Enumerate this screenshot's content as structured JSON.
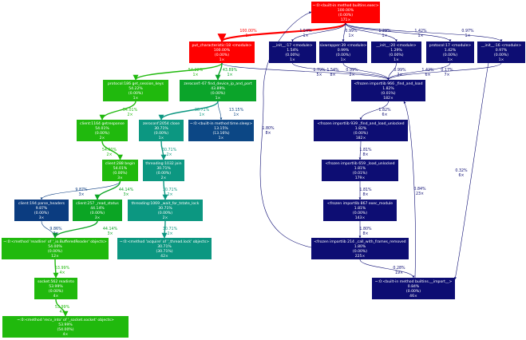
{
  "nodes": {
    "n_exec": {
      "lines": [
        "~:0:<built-in method builtins.exec>",
        "100.00%",
        "(0.00%)",
        "171×"
      ],
      "color": "#ff0000"
    },
    "n_putchar": {
      "lines": [
        "put_characteristic:18 <module>",
        "100.00%",
        "(0.00%)",
        "1×"
      ],
      "color": "#ff0000"
    },
    "n_init17": {
      "lines": [
        "__init__:17 <module>",
        "1.54%",
        "(0.00%)",
        "1×"
      ],
      "color": "#0d0d73"
    },
    "n_sixwrap": {
      "lines": [
        "sixwrapper:39 <module>",
        "0.99%",
        "(0.00%)",
        "1×"
      ],
      "color": "#0d0d73"
    },
    "n_init20": {
      "lines": [
        "__init__:20 <module>",
        "1.29%",
        "(0.00%)",
        "1×"
      ],
      "color": "#0d0d73"
    },
    "n_protocol17": {
      "lines": [
        "protocol:17 <module>",
        "1.42%",
        "(0.00%)",
        "1×"
      ],
      "color": "#0d0d73"
    },
    "n_init16": {
      "lines": [
        "__init__:16 <module>",
        "0.97%",
        "(0.00%)",
        "1×"
      ],
      "color": "#0d0d73"
    },
    "n_protocol186": {
      "lines": [
        "protocol:186 get_session_keys",
        "54.22%",
        "(0.00%)",
        "1×"
      ],
      "color": "#20b90d"
    },
    "n_zeroconf67": {
      "lines": [
        "zeroconf:-67 find_device_ip_and_port",
        "43.89%",
        "(0.00%)",
        "1×"
      ],
      "color": "#0ba42a"
    },
    "n_find966": {
      "lines": [
        "<frozen importlib 966 _find_and_load",
        "1.82%",
        "(0.01%)",
        "182×"
      ],
      "color": "#0d0d73"
    },
    "n_client1164": {
      "lines": [
        "client:1164 getresponse",
        "54.01%",
        "(0.00%)",
        "2×"
      ],
      "color": "#20b90d"
    },
    "n_zeroconf2054": {
      "lines": [
        "zeroconf:2054 close",
        "30.71%",
        "(0.00%)",
        "1×"
      ],
      "color": "#0c9781"
    },
    "n_sleep": {
      "lines": [
        "~:0:<built-in method time.sleep>",
        "13.15%",
        "(13.16%)",
        "1×"
      ],
      "color": "#0c4785"
    },
    "n_unlocked939": {
      "lines": [
        "<frozen importlib 939 _find_and_load_unlocked",
        "1.82%",
        "(0.00%)",
        "182×"
      ],
      "color": "#0d0d73"
    },
    "n_client288": {
      "lines": [
        "client:288 begin",
        "54.01%",
        "(0.00%)",
        "3×"
      ],
      "color": "#20b90d"
    },
    "n_thread1032": {
      "lines": [
        "threading:1032 join",
        "30.71%",
        "(0.00%)",
        "2×"
      ],
      "color": "#0c9781"
    },
    "n_load659": {
      "lines": [
        "<frozen importlib 659 _load_unlocked",
        "1.81%",
        "(0.01%)",
        "179×"
      ],
      "color": "#0d0d73"
    },
    "n_client194": {
      "lines": [
        "client:194 parse_headers",
        "9.87%",
        "(0.00%)",
        "3×"
      ],
      "color": "#0b3c80"
    },
    "n_client257": {
      "lines": [
        "client:257 _read_status",
        "44.14%",
        "(0.00%)",
        "3×"
      ],
      "color": "#0ba524"
    },
    "n_thread1069": {
      "lines": [
        "threading:1069 _wait_for_tstate_lock",
        "30.71%",
        "(0.00%)",
        "2×"
      ],
      "color": "#0c9781"
    },
    "n_exec867": {
      "lines": [
        "<frozen importlib 867 exec_module",
        "1.81%",
        "(0.00%)",
        "143×"
      ],
      "color": "#0d0d73"
    },
    "n_readline": {
      "lines": [
        "~:0:<method 'readline' of '_io.BufferedReader' objects>",
        "54.00%",
        "(0.00%)",
        "12×"
      ],
      "color": "#20b90d"
    },
    "n_acquire": {
      "lines": [
        "~:0:<method 'acquire' of '_thread.lock' objects>",
        "30.71%",
        "(30.71%)",
        "42×"
      ],
      "color": "#0c9781"
    },
    "n_call214": {
      "lines": [
        "<frozen importlib 214 _call_with_frames_removed",
        "1.80%",
        "(0.00%)",
        "225×"
      ],
      "color": "#0d0d73"
    },
    "n_readinto": {
      "lines": [
        "socket:562 readinto",
        "53.99%",
        "(0.00%)",
        "4×"
      ],
      "color": "#20b90d"
    },
    "n_import": {
      "lines": [
        "~:0:<built-in method builtins.__import__>",
        "0.84%",
        "(0.00%)",
        "46×"
      ],
      "color": "#0d0d73"
    },
    "n_recvinto": {
      "lines": [
        "~:0:<method 'recv_into' of '_socket.socket' objects>",
        "53.99%",
        "(54.00%)",
        "4×"
      ],
      "color": "#20b90d"
    }
  },
  "edges": [
    {
      "id": "e_exec_putchar",
      "label": [
        "100.00%",
        "1×"
      ],
      "color": "#ff0000",
      "weight": "heavy"
    },
    {
      "id": "e_exec_init17",
      "label": [
        "1.54%",
        "1×"
      ],
      "color": "#0d0d73",
      "weight": "thin"
    },
    {
      "id": "e_exec_sixwrap",
      "label": [
        "0.99%",
        "1×"
      ],
      "color": "#0d0d73",
      "weight": "thin"
    },
    {
      "id": "e_exec_init20",
      "label": [
        "1.29%",
        "1×"
      ],
      "color": "#0d0d73",
      "weight": "thin"
    },
    {
      "id": "e_exec_protocol17",
      "label": [
        "1.42%",
        "1×"
      ],
      "color": "#0d0d73",
      "weight": "thin"
    },
    {
      "id": "e_exec_init16",
      "label": [
        "0.97%",
        "1×"
      ],
      "color": "#0d0d73",
      "weight": "thin"
    },
    {
      "id": "e_putchar_protocol186",
      "label": [
        "54.22%",
        "1×"
      ],
      "color": "#20b90d",
      "weight": "medium"
    },
    {
      "id": "e_putchar_zeroconf67",
      "label": [
        "43.89%",
        "1×"
      ],
      "color": "#0ba42a",
      "weight": "medium"
    },
    {
      "id": "e_putchar_find966",
      "label": [
        "1.79%",
        "5×"
      ],
      "color": "#0d0d73",
      "weight": "thin"
    },
    {
      "id": "e_init17_find966",
      "label": [
        "1.54%",
        "8×"
      ],
      "color": "#0d0d73",
      "weight": "thin"
    },
    {
      "id": "e_sixwrap_find966",
      "label": [
        "0.99%",
        "2×"
      ],
      "color": "#0d0d73",
      "weight": "thin"
    },
    {
      "id": "e_init20_find966",
      "label": [
        "0.99%",
        "2×"
      ],
      "color": "#0d0d73",
      "weight": "thin"
    },
    {
      "id": "e_protocol17_find966",
      "label": [
        "1.42%",
        "6×"
      ],
      "color": "#0d0d73",
      "weight": "thin"
    },
    {
      "id": "e_init16_find966",
      "label": [
        "0.17%",
        "7×"
      ],
      "color": "#0d0d73",
      "weight": "thin"
    },
    {
      "id": "e_protocol186_client1164",
      "label": [
        "54.01%",
        "2×"
      ],
      "color": "#20b90d",
      "weight": "medium"
    },
    {
      "id": "e_zeroconf67_zeroconf2054",
      "label": [
        "30.71%",
        "1×"
      ],
      "color": "#0c9781",
      "weight": "medium"
    },
    {
      "id": "e_zeroconf67_sleep",
      "label": [
        "13.15%",
        "1×"
      ],
      "color": "#0c4785",
      "weight": "thin"
    },
    {
      "id": "e_find966_unlocked939",
      "label": [
        "1.82%",
        "6×"
      ],
      "color": "#0d0d73",
      "weight": "thin"
    },
    {
      "id": "e_client1164_client288",
      "label": [
        "54.00%",
        "2×"
      ],
      "color": "#20b90d",
      "weight": "medium"
    },
    {
      "id": "e_zeroconf2054_thread1032",
      "label": [
        "30.71%",
        "2×"
      ],
      "color": "#0c9781",
      "weight": "medium"
    },
    {
      "id": "e_unlocked939_load659",
      "label": [
        "1.81%",
        "8×"
      ],
      "color": "#0d0d73",
      "weight": "thin"
    },
    {
      "id": "e_client288_client194",
      "label": [
        "9.87%",
        "3×"
      ],
      "color": "#0b3c80",
      "weight": "thin"
    },
    {
      "id": "e_client288_client257",
      "label": [
        "44.14%",
        "3×"
      ],
      "color": "#0ba524",
      "weight": "medium"
    },
    {
      "id": "e_thread1032_thread1069",
      "label": [
        "30.71%",
        "2×"
      ],
      "color": "#0c9781",
      "weight": "medium"
    },
    {
      "id": "e_load659_exec867",
      "label": [
        "1.81%",
        "8×"
      ],
      "color": "#0d0d73",
      "weight": "thin"
    },
    {
      "id": "e_client194_readline",
      "label": [
        "9.86%",
        "3×"
      ],
      "color": "#0b3c80",
      "weight": "thin"
    },
    {
      "id": "e_client257_readline",
      "label": [
        "44.14%",
        "3×"
      ],
      "color": "#0ba524",
      "weight": "medium"
    },
    {
      "id": "e_thread1069_acquire",
      "label": [
        "30.71%",
        "2×"
      ],
      "color": "#0c9781",
      "weight": "medium"
    },
    {
      "id": "e_exec867_call214",
      "label": [
        "1.80%",
        "8×"
      ],
      "color": "#0d0d73",
      "weight": "thin"
    },
    {
      "id": "e_readline_readinto",
      "label": [
        "53.99%",
        "4×"
      ],
      "color": "#20b90d",
      "weight": "medium"
    },
    {
      "id": "e_call214_import",
      "label": [
        "0.28%",
        "19×"
      ],
      "color": "#0d0d73",
      "weight": "thin"
    },
    {
      "id": "e_import_find966",
      "label": [
        "0.84%",
        "23×"
      ],
      "color": "#0d0d73",
      "weight": "thin"
    },
    {
      "id": "e_call214_exec",
      "label": [
        "1.80%",
        "8×"
      ],
      "color": "#0d0d73",
      "weight": "thin"
    },
    {
      "id": "e_init16_import",
      "label": [
        "0.32%",
        "6×"
      ],
      "color": "#0d0d73",
      "weight": "thin"
    },
    {
      "id": "e_readinto_recvinto",
      "label": [
        "53.99%",
        "4×"
      ],
      "color": "#20b90d",
      "weight": "medium"
    }
  ]
}
